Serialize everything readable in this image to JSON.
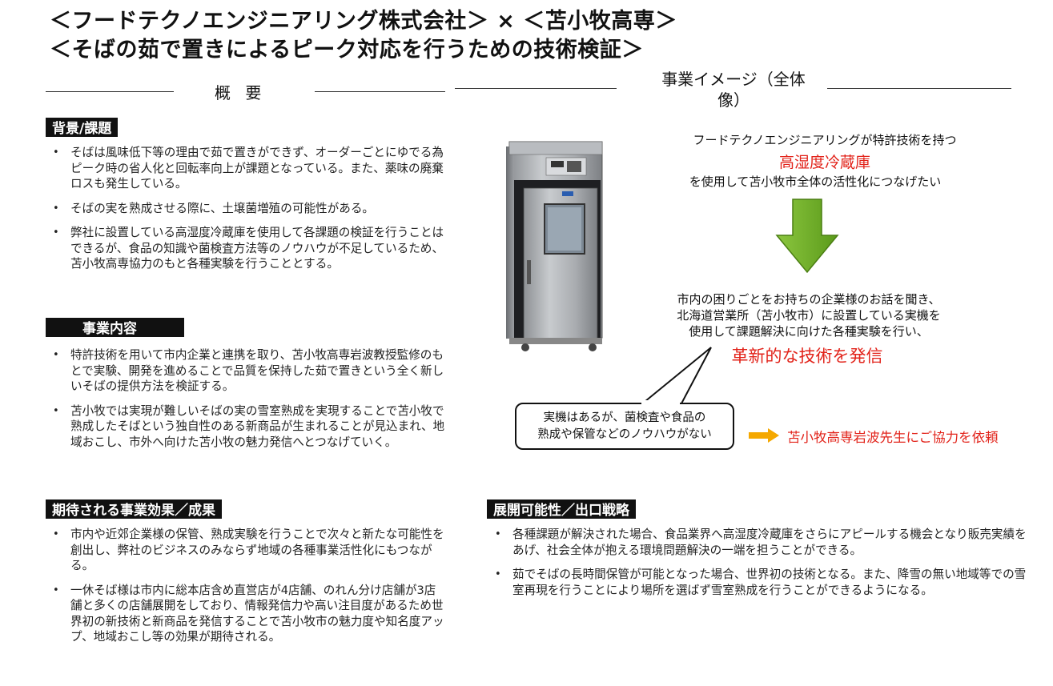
{
  "title": {
    "line1": "＜フードテクノエンジニアリング株式会社＞ × ＜苫小牧高専＞",
    "line2": "＜そばの茹で置きによるピーク対応を行うための技術検証＞"
  },
  "left_heading": "概 要",
  "right_heading": {
    "line1": "事業イメージ（全体",
    "line2": "像）"
  },
  "sections": {
    "background": {
      "label": "背景/課題",
      "items": [
        "そばは風味低下等の理由で茹で置きができず、オーダーごとにゆでる為ピーク時の省人化と回転率向上が課題となっている。また、薬味の廃棄ロスも発生している。",
        "そばの実を熟成させる際に、土壌菌増殖の可能性がある。",
        "弊社に設置している高湿度冷蔵庫を使用して各課題の検証を行うことはできるが、食品の知識や菌検査方法等のノウハウが不足しているため、苫小牧高専協力のもと各種実験を行うこととする。"
      ]
    },
    "content": {
      "label": "事業内容",
      "items": [
        "特許技術を用いて市内企業と連携を取り、苫小牧高専岩波教授監修のもとで実験、開発を進めることで品質を保持した茹で置きという全く新しいそばの提供方法を検証する。",
        "苫小牧では実現が難しいそばの実の雪室熟成を実現することで苫小牧で熟成したそばという独自性のある新商品が生まれることが見込まれ、地域おこし、市外へ向けた苫小牧の魅力発信へとつなげていく。"
      ]
    },
    "effects": {
      "label": "期待される事業効果／成果",
      "items": [
        "市内や近郊企業様の保管、熟成実験を行うことで次々と新たな可能性を創出し、弊社のビジネスのみならず地域の各種事業活性化にもつながる。",
        "一休そば様は市内に総本店含め直営店が4店舗、のれん分け店舗が3店舗と多くの店舗展開をしており、情報発信力や高い注目度があるため世界初の新技術と新商品を発信することで苫小牧市の魅力度や知名度アップ、地域おこし等の効果が期待される。"
      ]
    },
    "strategy": {
      "label": "展開可能性／出口戦略",
      "items": [
        "各種課題が解決された場合、食品業界へ高湿度冷蔵庫をさらにアピールする機会となり販売実績をあげ、社会全体が抱える環境問題解決の一端を担うことができる。",
        "茹でそばの長時間保管が可能となった場合、世界初の技術となる。また、降雪の無い地域等での雪室再現を行うことにより場所を選ばず雪室熟成を行うことができるようになる。"
      ]
    }
  },
  "image_area": {
    "intro": "フードテクノエンジニアリングが特許技術を持つ",
    "highlight": "高湿度冷蔵庫",
    "intro_cont": "を使用して苫小牧市全体の活性化につなげたい",
    "body1": "市内の困りごとをお持ちの企業様のお話を聞き、",
    "body2": "北海道営業所（苫小牧市）に設置している実機を",
    "body3": "使用して課題解決に向けた各種実験を行い、",
    "highlight2": "革新的な技術を発信",
    "callout1": "実機はあるが、菌検査や食品の",
    "callout2": "熟成や保管などのノウハウがない",
    "cooperation": "苫小牧高専岩波先生にご協力を依頼"
  },
  "colors": {
    "accent_red": "#e2231a",
    "arrow_green": "#6fad22",
    "arrow_orange": "#f5a800"
  }
}
